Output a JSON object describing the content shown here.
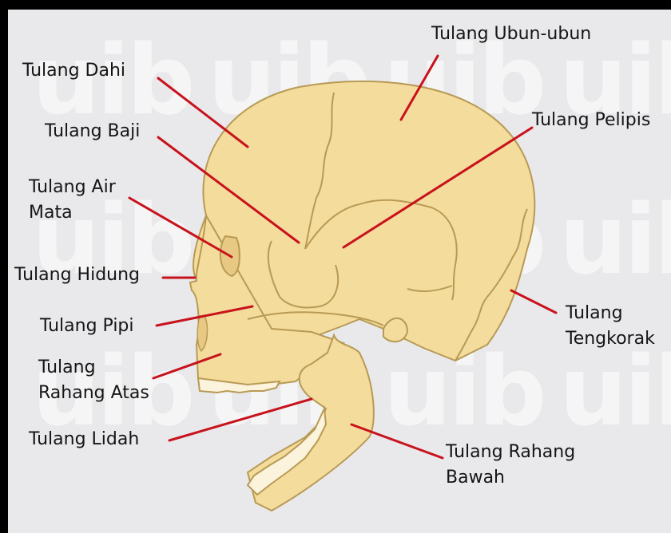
{
  "watermark": "uib",
  "colors": {
    "frame_border": "#000000",
    "background": "#e9e9ec",
    "bone_fill": "#f3dc9c",
    "bone_stroke": "#b89a55",
    "leader_line": "#c8121c"
  },
  "labels": {
    "frontal": "Tulang Dahi",
    "sphenoid": "Tulang Baji",
    "lacrimal_line1": "Tulang Air",
    "lacrimal_line2": "Mata",
    "nasal": "Tulang Hidung",
    "zygomatic": "Tulang Pipi",
    "maxilla_line1": "Tulang",
    "maxilla_line2": "Rahang Atas",
    "hyoid": "Tulang Lidah",
    "parietal": "Tulang Ubun-ubun",
    "temporal": "Tulang Pelipis",
    "occipital_line1": "Tulang",
    "occipital_line2": "Tengkorak",
    "mandible_line1": "Tulang Rahang",
    "mandible_line2": "Bawah"
  }
}
